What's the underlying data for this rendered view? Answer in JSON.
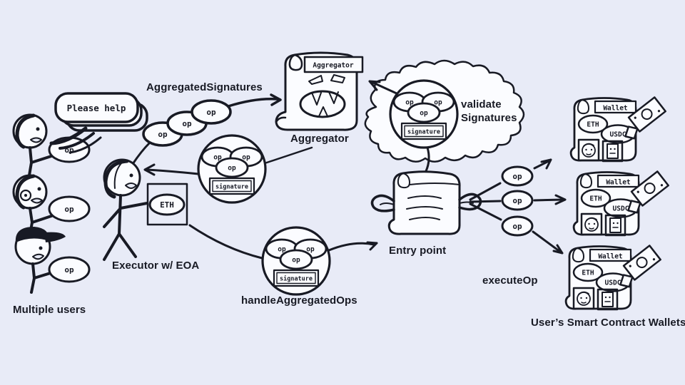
{
  "colors": {
    "bg": "#e8ebf7",
    "ink": "#181a24",
    "paper": "#fbfcff"
  },
  "labels": {
    "please_help": "Please help",
    "op": "op",
    "signature": "signature",
    "eth": "ETH",
    "usdc": "USDC",
    "wallet_banner": "Wallet",
    "aggregator_banner": "Aggregator",
    "aggregator": "Aggregator",
    "aggregated_signatures": "AggregatedSignatures",
    "multiple_users": "Multiple users",
    "executor_eoa": "Executor w/ EOA",
    "handle_aggregated_ops": "handleAggregatedOps",
    "validate_signatures": "validate Signatures",
    "entry_point": "Entry point",
    "execute_op": "executeOp",
    "smart_contract_wallets": "User’s Smart Contract Wallets"
  }
}
